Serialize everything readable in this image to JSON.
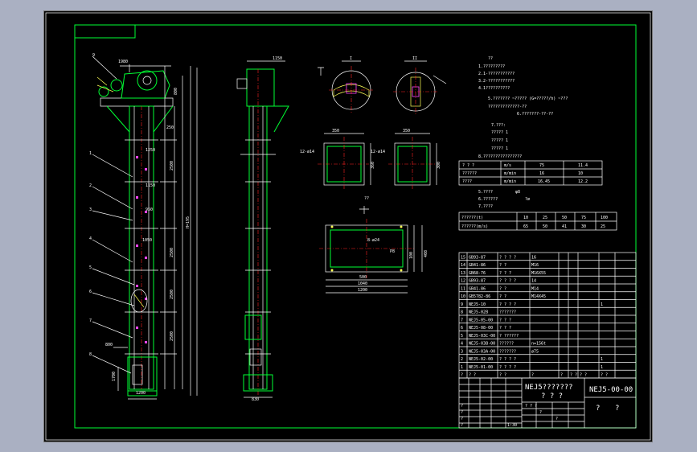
{
  "drawing": {
    "main_title": "NEJ5???????",
    "main_subtitle": "? ? ?",
    "drawing_no": "NEJ5-00-00",
    "scale_a": "?",
    "scale_b": "?"
  },
  "front_view": {
    "dims": [
      "1980",
      "800",
      "250",
      "1250",
      "2500",
      "1150",
      "950",
      "1050",
      "2500",
      "2500",
      "2500",
      "800",
      "1700",
      "1200",
      "H=195"
    ],
    "leaders": [
      "1",
      "2",
      "3",
      "4",
      "5",
      "6",
      "7",
      "8",
      "9"
    ]
  },
  "side_view": {
    "dims": [
      "1150",
      "830"
    ]
  },
  "section_views": {
    "circle_a_label": "I",
    "circle_b_label": "II",
    "box_a_dims": [
      "350",
      "12-ø14",
      "360"
    ],
    "box_b_dims": [
      "350",
      "12-ø14",
      "300"
    ],
    "plan_dims": [
      "8-ø24",
      "500",
      "1040",
      "1200",
      "100",
      "408",
      "P8"
    ],
    "plan_label": "??"
  },
  "notes": [
    "??",
    "1.?????????",
    "2.1-???????????",
    "3.2-???????????",
    "4.1??????????",
    "5.???????     ~????? (G=?????/h)  ~???",
    "?????????????-??",
    "6.???????-??-??",
    "7.???:",
    "  ?????      1",
    "  ?????      1",
    "  ?????      1",
    "8.????????????????"
  ],
  "spec_table1": {
    "rows": [
      [
        "? ? ?",
        "m/s",
        "75",
        "11.4"
      ],
      [
        "??????",
        "m/min",
        "16",
        "10"
      ],
      [
        "????",
        "m/min",
        "16.45",
        "12.2"
      ]
    ]
  },
  "notes2": [
    "5.????",
    "6.??????",
    "7.????"
  ],
  "notes2_extra": [
    "φ8",
    "?ø"
  ],
  "spec_table2": {
    "rows": [
      [
        "??????(t)",
        "10",
        "25",
        "50",
        "75",
        "100"
      ],
      [
        "??????(m/s)",
        "65",
        "50",
        "41",
        "30",
        "25"
      ]
    ]
  },
  "bom": {
    "rows": [
      [
        "15",
        "GB93-87",
        "? ? ? ?",
        "16",
        ""
      ],
      [
        "14",
        "GB41-86",
        "? ?",
        "M16",
        ""
      ],
      [
        "13",
        "GB68-76",
        "? ? ?",
        "M16X55",
        ""
      ],
      [
        "12",
        "GB93-87",
        "? ? ? ?",
        "14",
        ""
      ],
      [
        "11",
        "GB41-86",
        "? ?",
        "M14",
        ""
      ],
      [
        "10",
        "GB5782-86",
        "? ?",
        "M14X45",
        ""
      ],
      [
        "9",
        "NEJ5-10",
        "? ? ? ?",
        "",
        "1"
      ],
      [
        "8",
        "NEJ5-02B",
        "???????",
        "",
        ""
      ],
      [
        "7",
        "NEJ5-05-00",
        "? ? ?",
        "",
        ""
      ],
      [
        "6",
        "NEJ5-08-00",
        "? ? ?",
        "",
        ""
      ],
      [
        "5",
        "NEJ5-03C-00",
        "? ??????",
        "",
        ""
      ],
      [
        "4",
        "NEJ5-03B-00",
        "??????",
        "n=156t",
        ""
      ],
      [
        "3",
        "NEJ5-03A-00",
        "???????",
        "ø75",
        ""
      ],
      [
        "2",
        "NEJ5-02-00",
        "? ? ? ?",
        "",
        "1"
      ],
      [
        "1",
        "NEJ5-01-00",
        "? ? ? ?",
        "",
        "1"
      ]
    ],
    "header": [
      "?",
      "? ?",
      "? ?",
      "?",
      "?",
      "? ?",
      "? ?",
      "? ?"
    ]
  },
  "title_block": {
    "small_cells": [
      "?",
      "?",
      "?",
      "?",
      "? ? ?",
      "?",
      "?",
      "1:30"
    ]
  }
}
